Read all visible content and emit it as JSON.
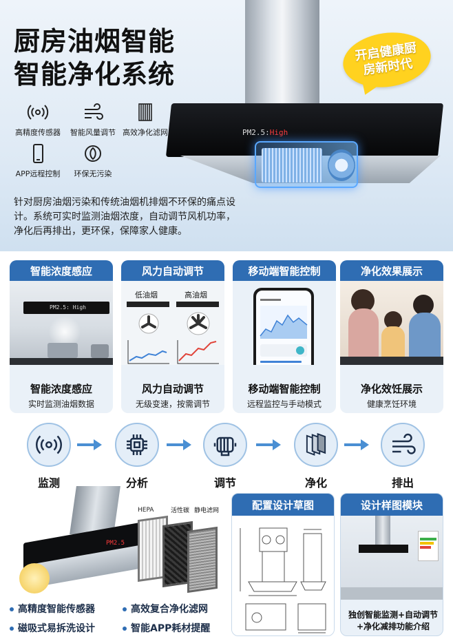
{
  "hero": {
    "title_line1": "厨房油烟智能",
    "title_line2": "智能净化系统",
    "bubble": "开启健康厨房新时代",
    "features": [
      {
        "label": "高精度传感器",
        "icon": "sensor-icon"
      },
      {
        "label": "智能风量调节",
        "icon": "wind-icon"
      },
      {
        "label": "高效净化滤网",
        "icon": "filter-icon"
      },
      {
        "label": "APP远程控制",
        "icon": "phone-icon"
      },
      {
        "label": "环保无污染",
        "icon": "leaf-icon"
      }
    ],
    "description": "针对厨房油烟污染和传统油烟机排烟不环保的痛点设计。系统可实时监测油烟浓度，自动调节风机功率，净化后再排出，更环保，保障家人健康。",
    "display_pm": "PM2.5:",
    "display_level": "High"
  },
  "panels": [
    {
      "header": "智能浓度感应",
      "title": "智能浓度感应",
      "subtitle": "实时监测油烟数据",
      "display": "PM2.5: High"
    },
    {
      "header": "风力自动调节",
      "title": "风力自动调节",
      "subtitle": "无级变速，按需调节",
      "low": "低油烟",
      "high": "高油烟"
    },
    {
      "header": "移动端智能控制",
      "title": "移动端智能控制",
      "subtitle": "远程监控与手动模式"
    },
    {
      "header": "净化效果展示",
      "title": "净化效饪展示",
      "subtitle": "健康烹饪环境"
    }
  ],
  "process": [
    {
      "label": "监测",
      "icon": "sensor-icon"
    },
    {
      "label": "分析",
      "icon": "chip-icon"
    },
    {
      "label": "调节",
      "icon": "motor-icon"
    },
    {
      "label": "净化",
      "icon": "filter-icon"
    },
    {
      "label": "排出",
      "icon": "wind-icon"
    }
  ],
  "product": {
    "filter_labels": [
      "HEPA",
      "活性碳",
      "静电滤网"
    ],
    "display": "PM2.5"
  },
  "bullets": [
    "高精度智能传感器",
    "高效复合净化滤网",
    "磁吸式易拆洗设计",
    "智能APP耗材提醒"
  ],
  "sketch_card": {
    "header": "配置设计草图"
  },
  "sample_card": {
    "header": "设计样图模块",
    "caption": "独创智能监测+自动调节+净化减排功能介绍"
  },
  "colors": {
    "accent": "#2f6db3",
    "bubble": "#ffd21f",
    "alert": "#ff3b3b",
    "panel_bg": "#eaf1f8"
  }
}
